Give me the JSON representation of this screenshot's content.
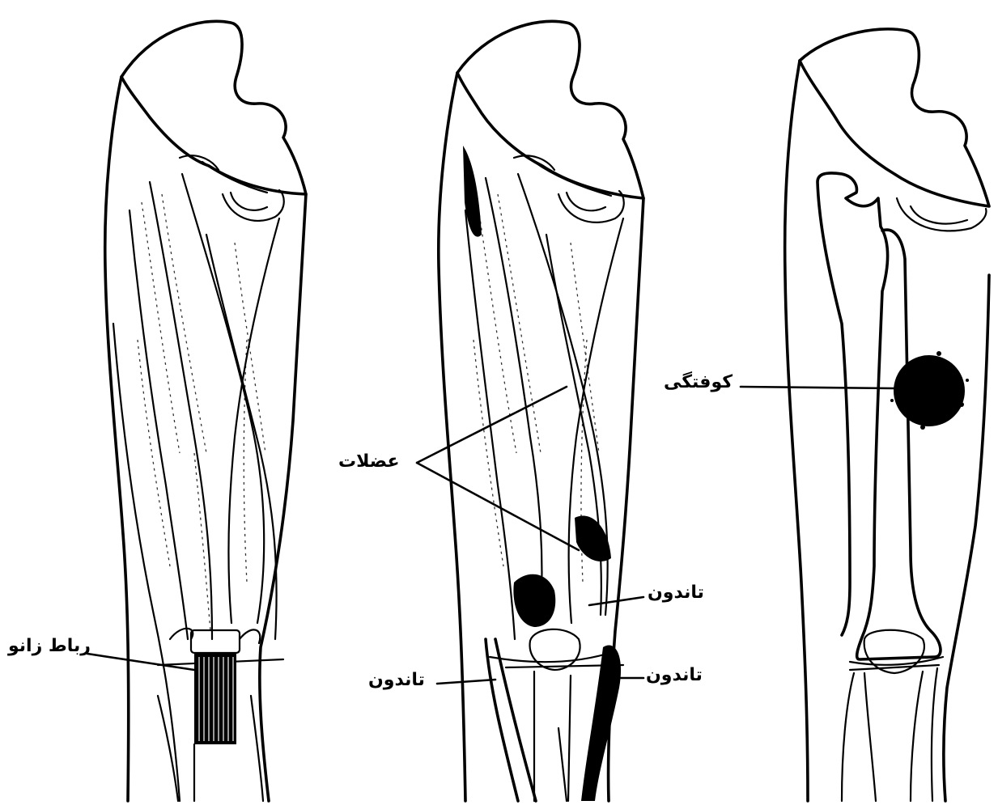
{
  "labels": {
    "knee_ligament": "رباط زانو",
    "muscles": "عضلات",
    "tendon_left": "تاندون",
    "tendon_right_upper": "تاندون",
    "tendon_right_lower": "تاندون",
    "bruise": "کوفتگی"
  },
  "panels": [
    "muscle-view-ligament",
    "muscle-view-tendons",
    "bone-view-bruise"
  ],
  "colors": {
    "ink": "#000000",
    "background": "#ffffff"
  }
}
